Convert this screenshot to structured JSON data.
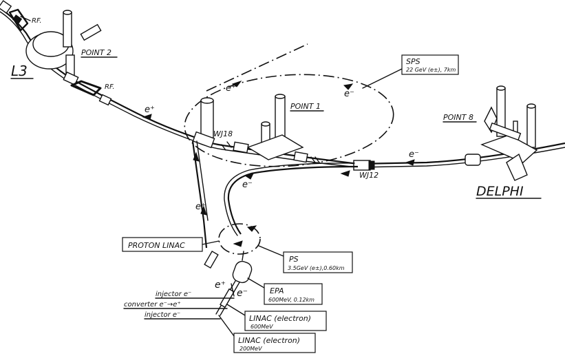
{
  "labels": {
    "l3": "L3",
    "point2": "POINT 2",
    "rf_top": "RF.",
    "rf_mid": "RF.",
    "sps_title": "SPS",
    "sps_detail": "22 GeV (e±), 7km",
    "point1": "POINT 1",
    "point8": "POINT 8",
    "delphi": "DELPHI",
    "wj18": "WJ18",
    "wj12": "WJ12",
    "proton_linac": "PROTON LINAC",
    "ps_title": "PS",
    "ps_detail": "3.5GeV (e±),0.60km",
    "epa_title": "EPA",
    "epa_detail": "600MeV, 0.12km",
    "linac600_title": "LINAC (electron)",
    "linac600_detail": "600MeV",
    "linac200_title": "LINAC (electron)",
    "linac200_detail": "200MeV",
    "injector_top": "injector e⁻",
    "converter": "converter e⁻→e⁺",
    "injector_bottom": "injector e⁻",
    "eplus_left": "e⁺",
    "eplus_sps": "e⁺",
    "eminus_sps": "e⁻",
    "eminus_right": "e⁻",
    "eminus_loop": "e⁻",
    "eplus_transfer": "e⁺",
    "eplus_linac": "e⁺",
    "eminus_linac": "e⁻"
  }
}
